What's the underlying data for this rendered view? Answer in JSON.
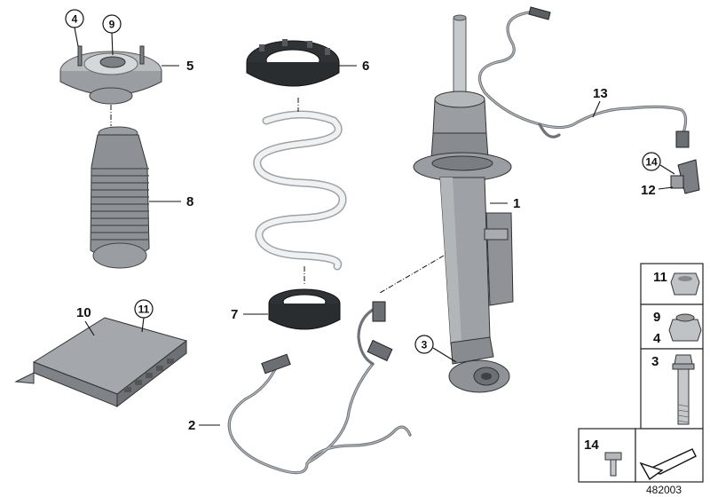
{
  "callouts": {
    "c1": "1",
    "c2": "2",
    "c3": "3",
    "c4": "4",
    "c5": "5",
    "c6": "6",
    "c7": "7",
    "c8": "8",
    "c9": "9",
    "c10": "10",
    "c11": "11",
    "c12": "12",
    "c13": "13",
    "c14": "14"
  },
  "legend": {
    "box1": {
      "label": "11"
    },
    "box2": {
      "label_top": "9",
      "label_bottom": "4"
    },
    "box3": {
      "label": "3"
    },
    "box4": {
      "label": "14"
    }
  },
  "diagram_number": "482003"
}
